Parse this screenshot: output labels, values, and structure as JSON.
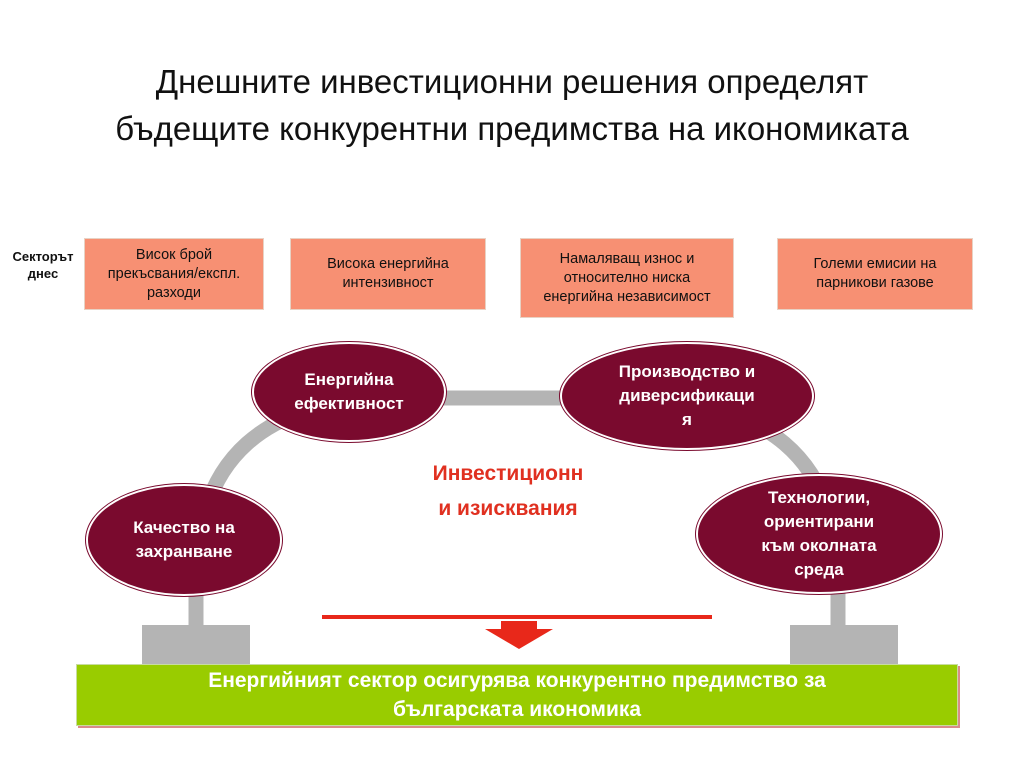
{
  "title": {
    "line1": "Днешните инвестиционни решения определят",
    "line2": "бъдещите конкурентни предимства на икономиката"
  },
  "sector_label": {
    "line1": "Секторът",
    "line2": "днес"
  },
  "sector_boxes": [
    {
      "lines": [
        "Висок брой",
        "прекъсвания/експл.",
        "разходи"
      ]
    },
    {
      "lines": [
        "Висока енергийна",
        "интензивност"
      ]
    },
    {
      "lines": [
        "Намаляващ износ и",
        "относително ниска",
        "енергийна независимост"
      ]
    },
    {
      "lines": [
        "Големи емисии на",
        "парникови газове"
      ]
    }
  ],
  "ovals": {
    "quality": {
      "lines": [
        "Качество на",
        "захранване"
      ]
    },
    "efficiency": {
      "lines": [
        "Енергийна",
        "ефективност"
      ]
    },
    "production": {
      "lines": [
        "Производство и",
        "диверсификаци",
        "я"
      ]
    },
    "technologies": {
      "lines": [
        "Технологии,",
        "ориентирани",
        "към околната",
        "среда"
      ]
    }
  },
  "center_text": {
    "line1": "Инвестиционн",
    "line2": "и изисквания"
  },
  "bottom_bar": {
    "line1": "Енергийният сектор осигурява конкурентно предимство за",
    "line2": "българската икономика"
  },
  "colors": {
    "sector_box_fill": "#f79073",
    "oval_fill": "#7a0a2e",
    "center_text": "#e03020",
    "arrow": "#e8281a",
    "bottom_bar_fill": "#99cc00",
    "arc": "#b4b4b4"
  }
}
